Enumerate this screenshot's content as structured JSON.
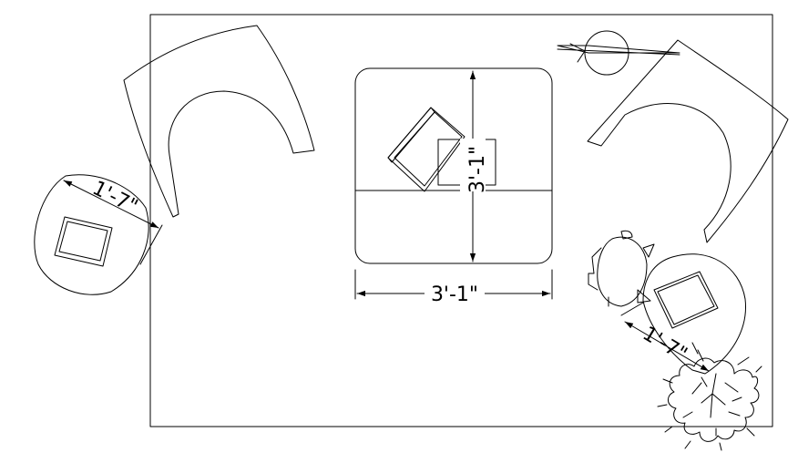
{
  "drawing": {
    "dimensions": {
      "table_width": "3'-1\"",
      "table_depth": "3'-1\"",
      "side_table_left": "1'-7\"",
      "side_table_right": "1'-7\""
    }
  }
}
